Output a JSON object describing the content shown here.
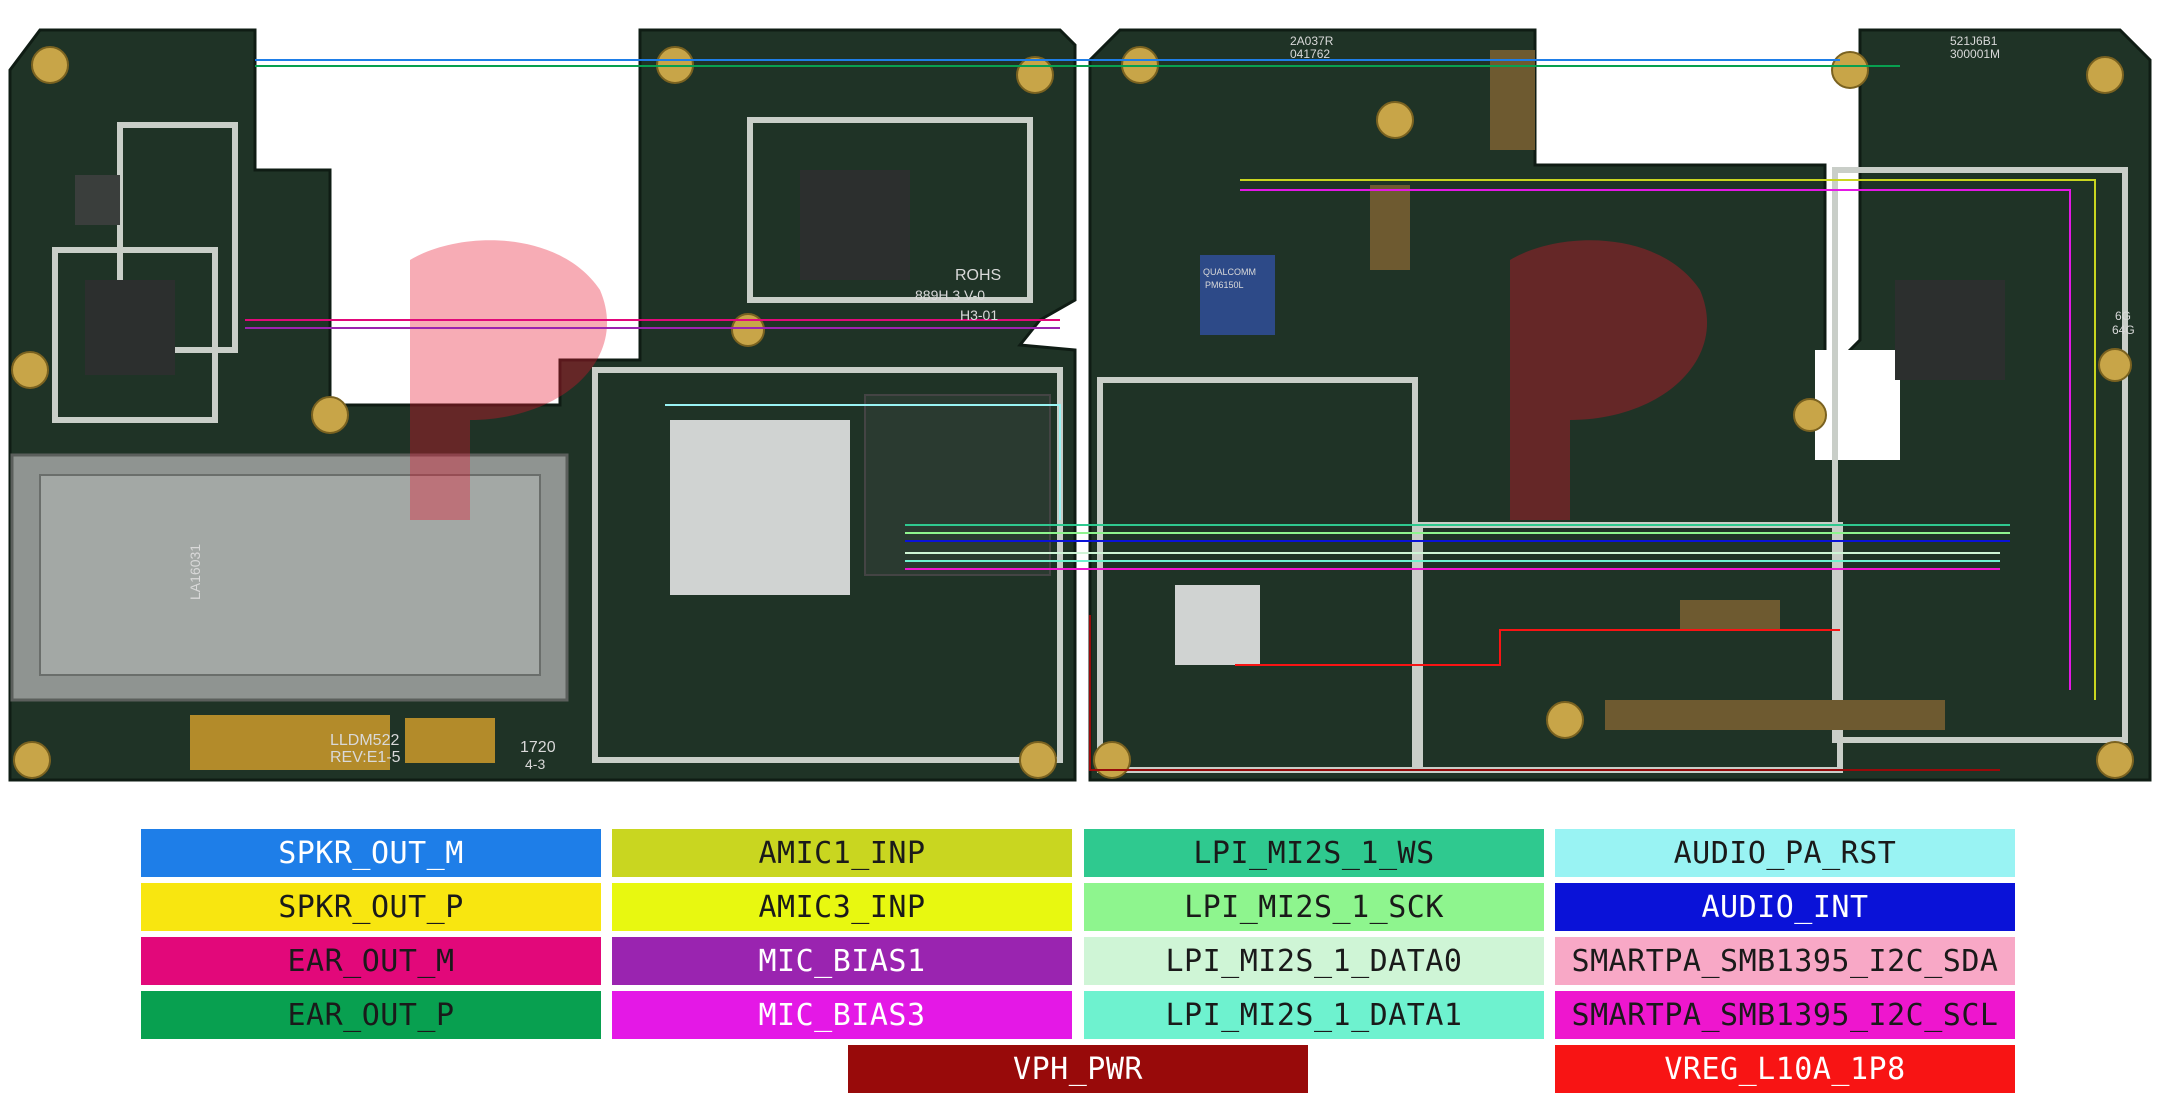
{
  "board_labels": {
    "left_board_ref": "LLDM522",
    "left_board_rev": "REV:E1-5",
    "left_date": "1720",
    "left_date2": "4-3",
    "rohs": "ROHS",
    "rohs_code": "889H 3 V-0",
    "rohs_code2": "H3-01",
    "top_mid_code": "2A037R",
    "top_mid_code2": "041762",
    "top_right_code": "521J6B1",
    "top_right_code2": "300001M",
    "qualcomm_chip": "QUALCOMM",
    "qualcomm_part": "PM6150L",
    "right_side_codes": [
      "6G",
      "64G"
    ],
    "sim_tray_code": "LA16031"
  },
  "legend": [
    {
      "label": "SPKR_OUT_M",
      "bg": "#1e7ee8",
      "fg": "#ffffff"
    },
    {
      "label": "AMIC1_INP",
      "bg": "#c9d620",
      "fg": "#1a1a1a"
    },
    {
      "label": "LPI_MI2S_1_WS",
      "bg": "#2fc98f",
      "fg": "#1a1a1a"
    },
    {
      "label": "AUDIO_PA_RST",
      "bg": "#99f3f3",
      "fg": "#1a1a1a"
    },
    {
      "label": "SPKR_OUT_P",
      "bg": "#f8e610",
      "fg": "#1a1a1a"
    },
    {
      "label": "AMIC3_INP",
      "bg": "#e8f810",
      "fg": "#1a1a1a"
    },
    {
      "label": "LPI_MI2S_1_SCK",
      "bg": "#8ef58e",
      "fg": "#1a1a1a"
    },
    {
      "label": "AUDIO_INT",
      "bg": "#0a12d8",
      "fg": "#ffffff"
    },
    {
      "label": "EAR_OUT_M",
      "bg": "#e2087a",
      "fg": "#1a1a1a"
    },
    {
      "label": "MIC_BIAS1",
      "bg": "#9a24b0",
      "fg": "#ffffff"
    },
    {
      "label": "LPI_MI2S_1_DATA0",
      "bg": "#cff5d6",
      "fg": "#1a1a1a"
    },
    {
      "label": "SMARTPA_SMB1395_I2C_SDA",
      "bg": "#f8a8c6",
      "fg": "#1a1a1a"
    },
    {
      "label": "EAR_OUT_P",
      "bg": "#08a050",
      "fg": "#1a1a1a"
    },
    {
      "label": "MIC_BIAS3",
      "bg": "#e418e6",
      "fg": "#ffffff"
    },
    {
      "label": "LPI_MI2S_1_DATA1",
      "bg": "#6ef2cf",
      "fg": "#1a1a1a"
    },
    {
      "label": "SMARTPA_SMB1395_I2C_SCL",
      "bg": "#ee16ce",
      "fg": "#1a1a1a"
    },
    {
      "label": "VPH_PWR",
      "bg": "#980a0a",
      "fg": "#ffffff"
    },
    {
      "label": "VREG_L10A_1P8",
      "bg": "#f81414",
      "fg": "#ffffff"
    }
  ]
}
